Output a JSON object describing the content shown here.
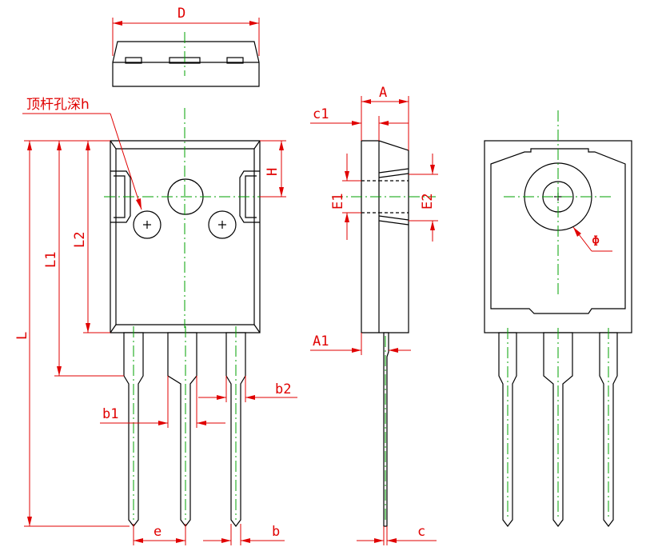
{
  "labels": {
    "D": "D",
    "hole_depth": "顶杆孔深h",
    "A": "A",
    "c1": "c1",
    "H": "H",
    "E1": "E1",
    "E2": "E2",
    "L": "L",
    "L1": "L1",
    "L2": "L2",
    "A1": "A1",
    "b1": "b1",
    "b2": "b2",
    "e": "e",
    "b": "b",
    "c": "c",
    "phi": "Φ"
  },
  "colors": {
    "outline": "#000000",
    "dimension": "#e00000",
    "centerline": "#00a000"
  }
}
